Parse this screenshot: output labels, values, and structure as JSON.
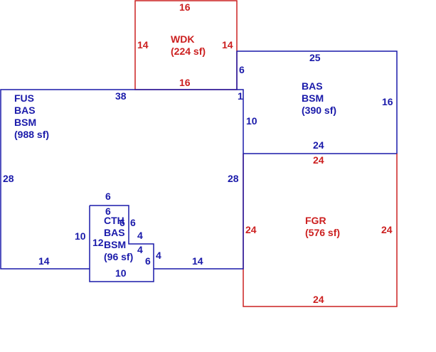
{
  "colors": {
    "blue": "#1a1aaa",
    "red": "#cc2020"
  },
  "wdk": {
    "name": "WDK",
    "area": "(224 sf)",
    "top": "16",
    "bottom": "16",
    "left": "14",
    "right": "14"
  },
  "bas": {
    "line1": "BAS",
    "line2": "BSM",
    "area": "(390 sf)",
    "top": "25",
    "left": "6",
    "right": "16",
    "bottom": "24",
    "left_small": "1",
    "left_lower": "10"
  },
  "fus": {
    "line1": "FUS",
    "line2": "BAS",
    "line3": "BSM",
    "area": "(988 sf)",
    "top": "38",
    "left": "28",
    "right": "28",
    "bottom_left": "14",
    "bottom_right": "14"
  },
  "fgr": {
    "name": "FGR",
    "area": "(576 sf)",
    "top": "24",
    "left": "24",
    "right": "24",
    "bottom": "24"
  },
  "cth": {
    "line1": "CTH",
    "line2": "BAS",
    "line3": "BSM",
    "area": "(96 sf)",
    "top": "6",
    "top_inner": "6",
    "left_outer": "10",
    "left_inner": "12",
    "right_upper_a": "6",
    "right_upper_b": "6",
    "right_mid": "4",
    "right_step": "4",
    "right_lower_out": "4",
    "right_lower": "6",
    "bottom": "10"
  }
}
